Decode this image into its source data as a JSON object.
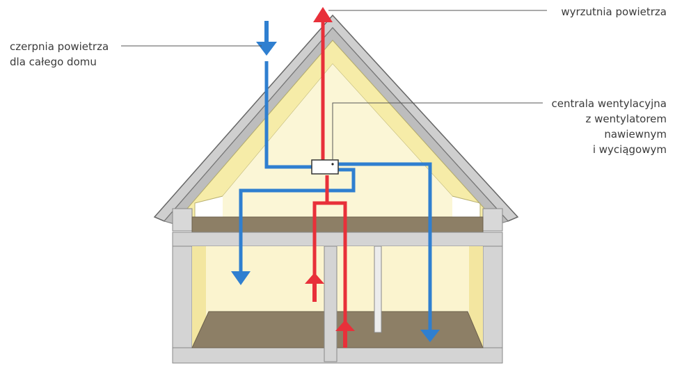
{
  "labels": {
    "intake": {
      "line1": "czerpnia powietrza",
      "line2": "dla całego domu"
    },
    "exhaust": {
      "line1": "wyrzutnia powietrza"
    },
    "unit": {
      "line1": "centrala wentylacyjna",
      "line2": "z wentylatorem",
      "line3": "nawiewnym",
      "line4": "i wyciągowym"
    }
  },
  "colors": {
    "supply_air": "#e8303a",
    "extract_air": "#2f7fd0",
    "walls": "#d9d9d9",
    "insulation": "#f7eeb0",
    "floor": "#8a7b62",
    "leader_lines": "#555555"
  }
}
